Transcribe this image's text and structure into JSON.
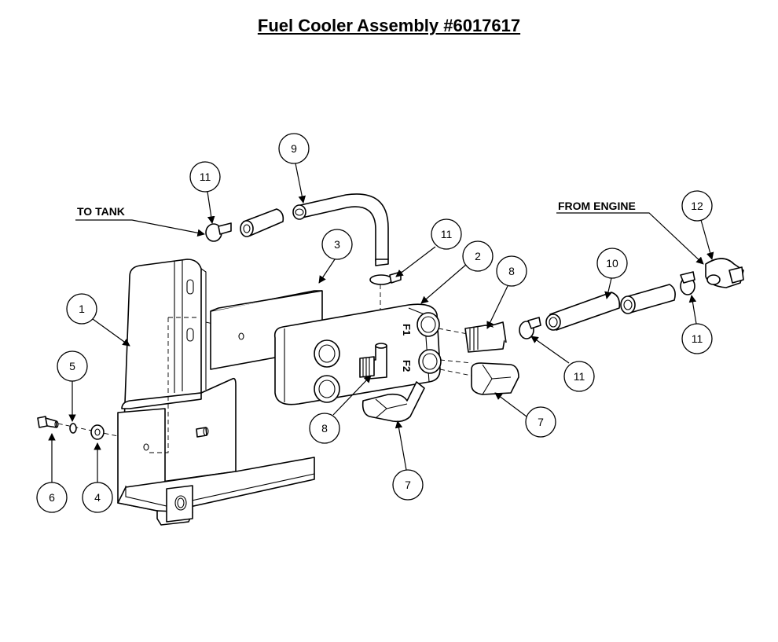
{
  "title": "Fuel Cooler Assembly #6017617",
  "callouts": {
    "to_tank": "TO TANK",
    "from_engine": "FROM ENGINE"
  },
  "port_marks": {
    "f1": "F1",
    "f2": "F2"
  },
  "balloons": [
    "1",
    "2",
    "3",
    "4",
    "5",
    "6",
    "7",
    "7",
    "8",
    "8",
    "9",
    "10",
    "11",
    "11",
    "11",
    "11",
    "12"
  ]
}
